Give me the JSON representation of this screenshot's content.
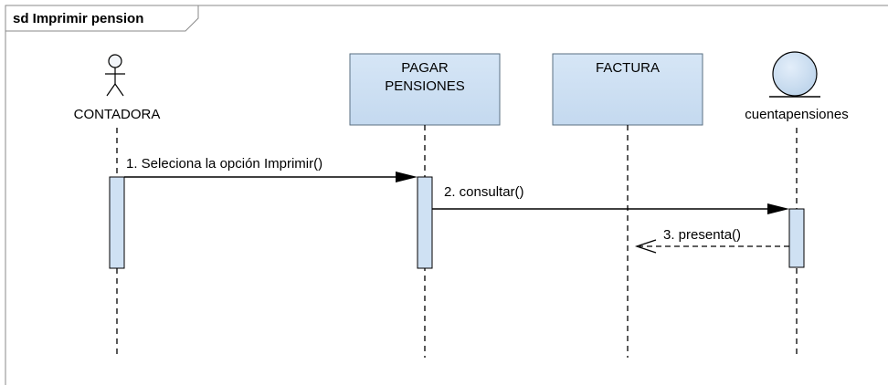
{
  "frame": {
    "title": "sd Imprimir pension"
  },
  "lifelines": {
    "contadora": {
      "kind": "actor",
      "label": "CONTADORA"
    },
    "pagar_pensiones": {
      "kind": "boundary-box",
      "label_line1": "PAGAR",
      "label_line2": "PENSIONES"
    },
    "factura": {
      "kind": "boundary-box",
      "label": "FACTURA"
    },
    "cuentapensiones": {
      "kind": "entity",
      "label": "cuentapensiones"
    }
  },
  "messages": [
    {
      "label": "1. Seleciona la opción Imprimir()",
      "from": "CONTADORA",
      "to": "PAGAR PENSIONES",
      "style": "sync"
    },
    {
      "label": "2. consultar()",
      "from": "PAGAR PENSIONES",
      "to": "cuentapensiones",
      "style": "sync"
    },
    {
      "label": "3. presenta()",
      "from": "cuentapensiones",
      "to": "FACTURA",
      "style": "return"
    }
  ],
  "colors": {
    "box_fill": "#cfe1f3",
    "box_stroke": "#5a6f82",
    "line": "#000000",
    "frame": "#8a8a8a"
  }
}
